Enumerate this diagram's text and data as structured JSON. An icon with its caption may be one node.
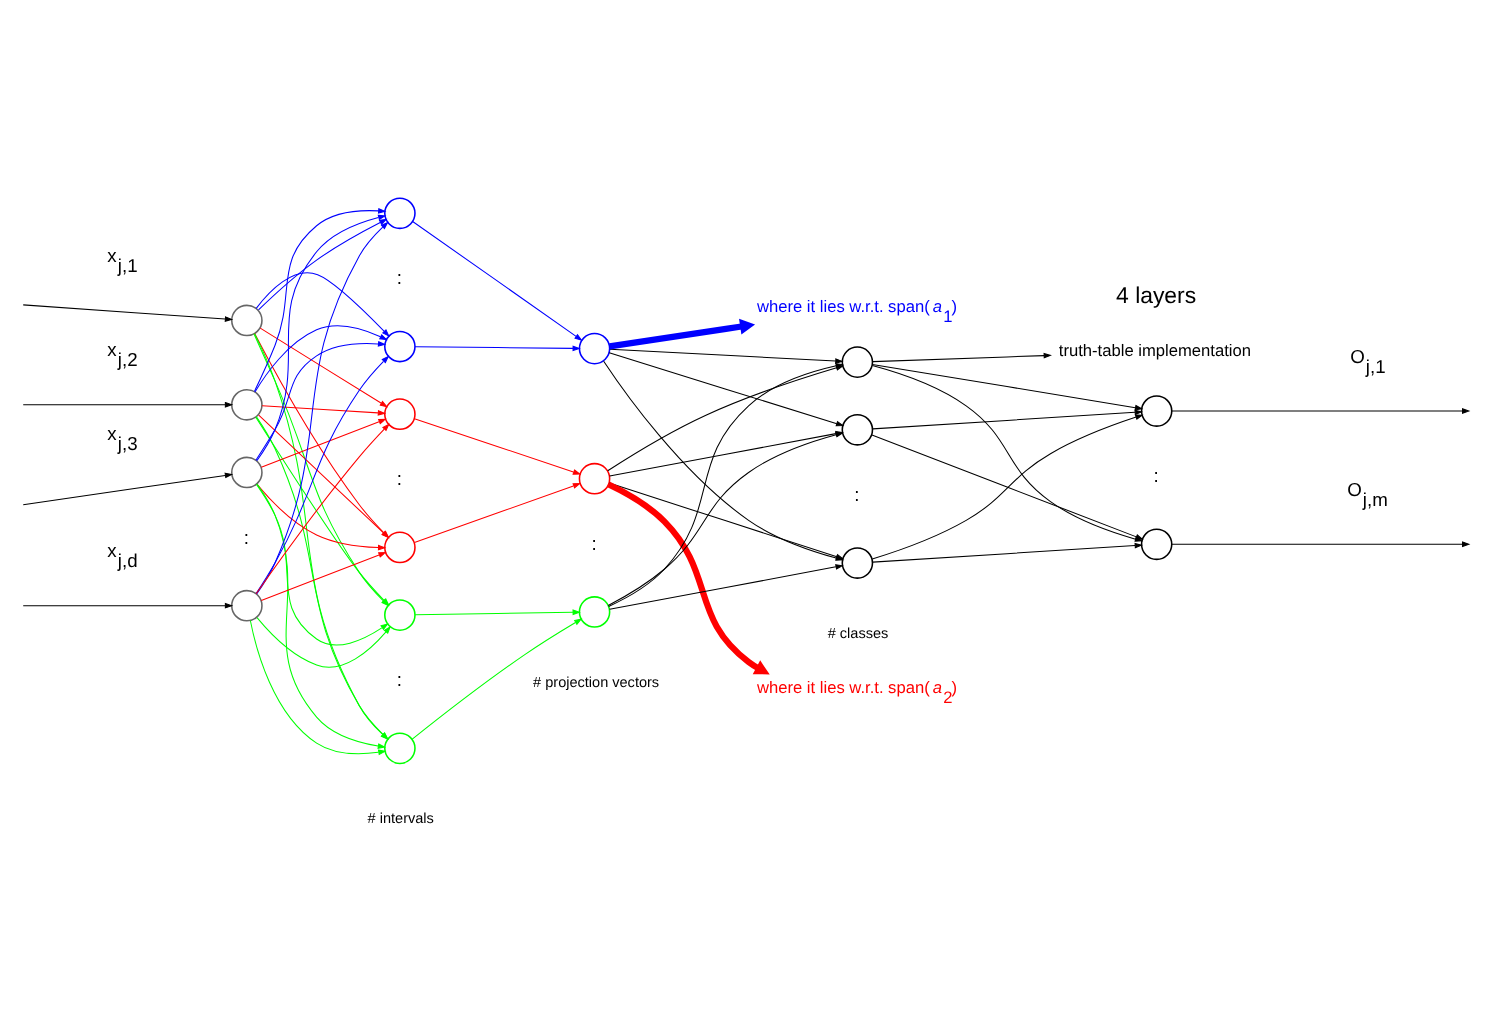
{
  "diagram": {
    "nodes": [
      {
        "text": [],
        "shape": "circle"
      },
      {
        "text": [],
        "shape": "circle"
      },
      {
        "text": [],
        "shape": "circle"
      },
      {
        "text": [],
        "shape": "circle"
      },
      {
        "text": [],
        "shape": "circle"
      },
      {
        "text": [],
        "shape": "circle"
      },
      {
        "text": [],
        "shape": "circle"
      },
      {
        "text": [],
        "shape": "circle"
      },
      {
        "text": [],
        "shape": "circle"
      },
      {
        "text": [],
        "shape": "circle",
        "beside": [
          "# intervals"
        ]
      },
      {
        "text": [],
        "shape": "circle"
      },
      {
        "text": [],
        "shape": "circle"
      },
      {
        "text": [],
        "shape": "circle",
        "beside": [
          "# projection vectors"
        ]
      },
      {
        "text": [],
        "shape": "circle"
      },
      {
        "text": [],
        "shape": "circle"
      },
      {
        "text": [],
        "shape": "circle",
        "beside": [
          "# classes"
        ]
      },
      {
        "text": [],
        "shape": "circle"
      },
      {
        "text": [],
        "shape": "circle"
      },
      {
        "text": [
          "where it lies w.r.t. span(*a*$_{1}$)"
        ]
      },
      {
        "text": [
          "where it lies w.r.t. span(*a*$_{2}$)"
        ]
      },
      {
        "text": [
          "truth-table implementation"
        ]
      }
    ],
    "edges": [
      {
        "from": null,
        "to": 0,
        "arrow": "to",
        "label": "x$_{j,1}$"
      },
      {
        "from": null,
        "to": 1,
        "arrow": "to",
        "label": "x$_{j,2}$"
      },
      {
        "from": null,
        "to": 2,
        "arrow": "to",
        "label": "x$_{j,3}$"
      },
      {
        "from": null,
        "to": 3,
        "arrow": "to",
        "label": "x$_{j,d}$"
      },
      {
        "from": 0,
        "to": 4,
        "arrow": "to",
        "color": "#0000ff"
      },
      {
        "from": 0,
        "to": 5,
        "arrow": "to",
        "color": "#0000ff"
      },
      {
        "from": 0,
        "to": 6,
        "arrow": "to",
        "color": "#ff0000"
      },
      {
        "from": 0,
        "to": 7,
        "arrow": "to",
        "color": "#ff0000"
      },
      {
        "from": 0,
        "to": 8,
        "arrow": "to",
        "color": "#00ff00"
      },
      {
        "from": 0,
        "to": 9,
        "arrow": "to",
        "color": "#00ff00"
      },
      {
        "from": 1,
        "to": 4,
        "arrow": "to",
        "color": "#0000ff"
      },
      {
        "from": 1,
        "to": 5,
        "arrow": "to",
        "color": "#0000ff"
      },
      {
        "from": 1,
        "to": 6,
        "arrow": "to",
        "color": "#ff0000"
      },
      {
        "from": 1,
        "to": 7,
        "arrow": "to",
        "color": "#ff0000"
      },
      {
        "from": 1,
        "to": 8,
        "arrow": "to",
        "color": "#00ff00"
      },
      {
        "from": 1,
        "to": 9,
        "arrow": "to",
        "color": "#00ff00"
      },
      {
        "from": 2,
        "to": 4,
        "arrow": "to",
        "color": "#0000ff"
      },
      {
        "from": 2,
        "to": 5,
        "arrow": "to",
        "color": "#0000ff"
      },
      {
        "from": 2,
        "to": 6,
        "arrow": "to",
        "color": "#ff0000"
      },
      {
        "from": 2,
        "to": 7,
        "arrow": "to",
        "color": "#ff0000"
      },
      {
        "from": 2,
        "to": 8,
        "arrow": "to",
        "color": "#00ff00"
      },
      {
        "from": 2,
        "to": 9,
        "arrow": "to",
        "color": "#00ff00"
      },
      {
        "from": 3,
        "to": 4,
        "arrow": "to",
        "color": "#0000ff"
      },
      {
        "from": 3,
        "to": 5,
        "arrow": "to",
        "color": "#0000ff"
      },
      {
        "from": 3,
        "to": 6,
        "arrow": "to",
        "color": "#ff0000"
      },
      {
        "from": 3,
        "to": 7,
        "arrow": "to",
        "color": "#ff0000"
      },
      {
        "from": 3,
        "to": 8,
        "arrow": "to",
        "color": "#00ff00"
      },
      {
        "from": 3,
        "to": 9,
        "arrow": "to",
        "color": "#00ff00"
      },
      {
        "from": 4,
        "to": 10,
        "arrow": "to",
        "color": "#0000ff"
      },
      {
        "from": 5,
        "to": 10,
        "arrow": "to",
        "color": "#0000ff"
      },
      {
        "from": 6,
        "to": 11,
        "arrow": "to",
        "color": "#ff0000"
      },
      {
        "from": 7,
        "to": 11,
        "arrow": "to",
        "color": "#ff0000"
      },
      {
        "from": 8,
        "to": 12,
        "arrow": "to",
        "color": "#00ff00"
      },
      {
        "from": 9,
        "to": 12,
        "arrow": "to",
        "color": "#00ff00"
      },
      {
        "from": 10,
        "to": 13,
        "arrow": "to"
      },
      {
        "from": 10,
        "to": 14,
        "arrow": "to"
      },
      {
        "from": 10,
        "to": 15,
        "arrow": "to"
      },
      {
        "from": 11,
        "to": 13,
        "arrow": "to"
      },
      {
        "from": 11,
        "to": 14,
        "arrow": "to"
      },
      {
        "from": 11,
        "to": 15,
        "arrow": "to"
      },
      {
        "from": 12,
        "to": 13,
        "arrow": "to"
      },
      {
        "from": 12,
        "to": 14,
        "arrow": "to"
      },
      {
        "from": 12,
        "to": 15,
        "arrow": "to"
      },
      {
        "from": 13,
        "to": 16,
        "arrow": "to"
      },
      {
        "from": 13,
        "to": 17,
        "arrow": "to"
      },
      {
        "from": 14,
        "to": 16,
        "arrow": "to"
      },
      {
        "from": 14,
        "to": 17,
        "arrow": "to"
      },
      {
        "from": 15,
        "to": 16,
        "arrow": "to"
      },
      {
        "from": 15,
        "to": 17,
        "arrow": "to"
      },
      {
        "from": 16,
        "to": null,
        "arrow": "to",
        "label": "O$_{j,1}$"
      },
      {
        "from": 17,
        "to": null,
        "arrow": "to",
        "label": "O$_{j,m}$"
      },
      {
        "from": 10,
        "to": 18,
        "arrow": "to",
        "style": "thick",
        "color": "#0000ff"
      },
      {
        "from": 11,
        "to": 19,
        "arrow": "to",
        "style": "thick",
        "color": "#ff0000"
      },
      {
        "from": 13,
        "to": 20,
        "arrow": "to"
      }
    ],
    "labels": [
      ":",
      ":",
      ":",
      ":",
      ":",
      ":",
      ":",
      "4 layers"
    ]
  }
}
